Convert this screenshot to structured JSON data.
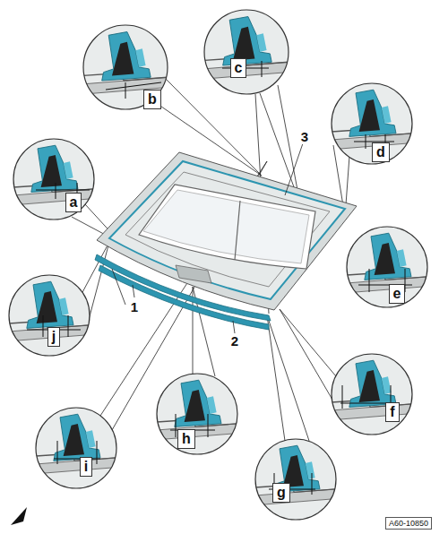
{
  "diagram": {
    "nodes": [
      {
        "text": [
          "c"
        ]
      },
      {
        "text": [
          "b"
        ]
      },
      {
        "text": [
          "d"
        ]
      },
      {
        "text": [
          "a"
        ]
      },
      {
        "text": [
          "e"
        ]
      },
      {
        "text": [
          "j"
        ]
      },
      {
        "text": [
          "f"
        ]
      },
      {
        "text": [
          "h"
        ]
      },
      {
        "text": [
          "i"
        ]
      },
      {
        "text": [
          "g"
        ]
      },
      {
        "text": [
          "A60-10850"
        ]
      }
    ],
    "labels": [
      "3",
      "1",
      "2"
    ]
  }
}
